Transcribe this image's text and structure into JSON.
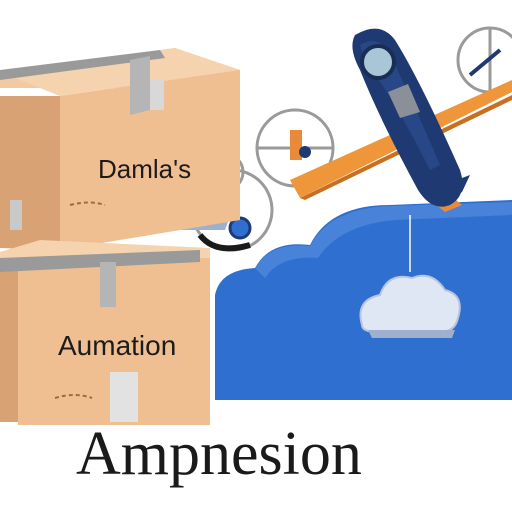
{
  "illustration": {
    "top_box_label": "Damla's",
    "bottom_box_label": "Aumation",
    "caption": "Ampnesion"
  },
  "colors": {
    "cardboard_light": "#f2c9a0",
    "cardboard_mid": "#e3ad7f",
    "cardboard_dark": "#c58e62",
    "tape": "#9a9a9a",
    "rocket_body": "#1f3a73",
    "wing_orange": "#f0963a",
    "cloud_blue": "#2f6fcf",
    "small_cloud": "#dfe6f4"
  }
}
